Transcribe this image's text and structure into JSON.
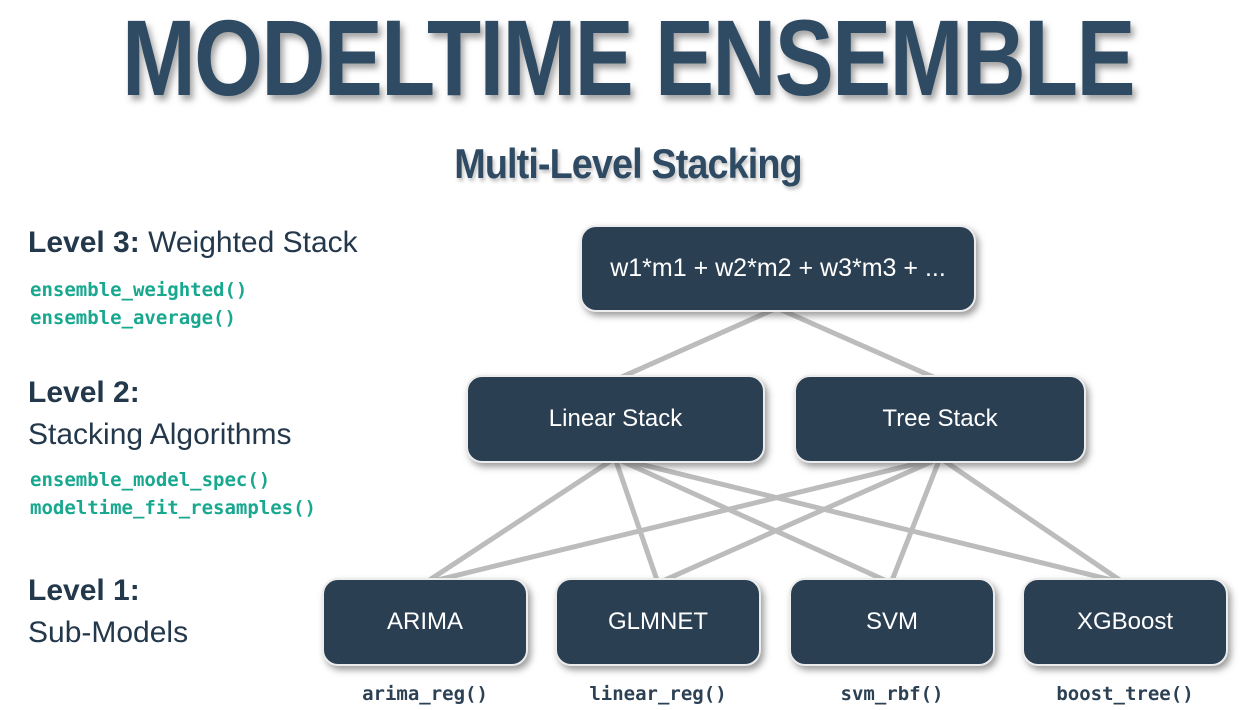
{
  "title": "MODELTIME ENSEMBLE",
  "subtitle": "Multi-Level Stacking",
  "levels": [
    {
      "label_bold": "Level 3:",
      "label_rest": "Weighted Stack",
      "functions": [
        "ensemble_weighted()",
        "ensemble_average()"
      ]
    },
    {
      "label_bold": "Level 2:",
      "label_rest": "Stacking Algorithms",
      "functions": [
        "ensemble_model_spec()",
        "modeltime_fit_resamples()"
      ]
    },
    {
      "label_bold": "Level 1:",
      "label_rest": "Sub-Models",
      "functions": []
    }
  ],
  "nodes": {
    "weighted_formula": "w1*m1 + w2*m2 + w3*m3 + ...",
    "stack_left": "Linear Stack",
    "stack_right": "Tree Stack",
    "sub_models": [
      {
        "name": "ARIMA",
        "function": "arima_reg()"
      },
      {
        "name": "GLMNET",
        "function": "linear_reg()"
      },
      {
        "name": "SVM",
        "function": "svm_rbf()"
      },
      {
        "name": "XGBoost",
        "function": "boost_tree()"
      }
    ]
  },
  "colors": {
    "box_fill": "#2b3f53",
    "box_text": "#ffffff",
    "title_navy": "#2f4a63",
    "label_navy": "#24384c",
    "code_teal": "#18a88f",
    "connector_gray": "#bcbcbc"
  }
}
